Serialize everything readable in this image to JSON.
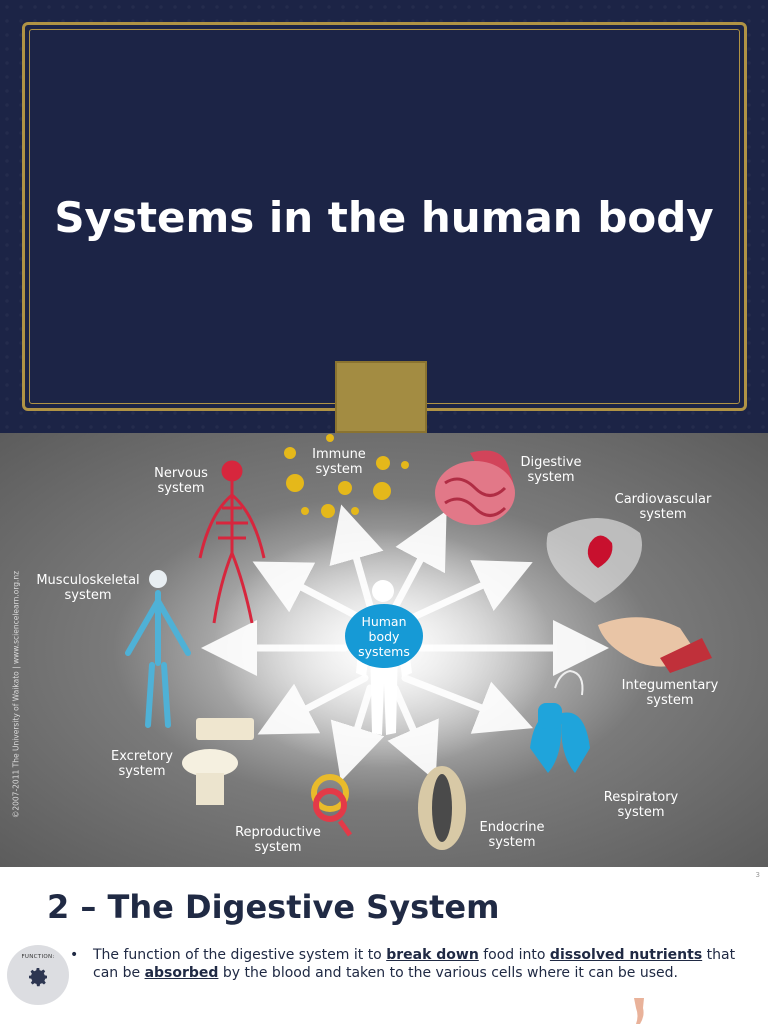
{
  "slide1": {
    "title": "Systems in the human body",
    "colors": {
      "background": "#1c2446",
      "frame": "#b09345",
      "accent_square": "#a38c42"
    }
  },
  "slide2": {
    "hub_label": "Human\nbody\nsystems",
    "copyright": "©2007-2011 The University of Waikato | www.sciencelearn.org.nz",
    "systems": [
      {
        "id": "nervous",
        "label": "Nervous\nsystem"
      },
      {
        "id": "immune",
        "label": "Immune\nsystem"
      },
      {
        "id": "digestive",
        "label": "Digestive\nsystem"
      },
      {
        "id": "cardiovascular",
        "label": "Cardiovascular\nsystem"
      },
      {
        "id": "musculoskeletal",
        "label": "Musculoskeletal\nsystem"
      },
      {
        "id": "integumentary",
        "label": "Integumentary\nsystem"
      },
      {
        "id": "excretory",
        "label": "Excretory\nsystem"
      },
      {
        "id": "respiratory",
        "label": "Respiratory\nsystem"
      },
      {
        "id": "reproductive",
        "label": "Reproductive\nsystem"
      },
      {
        "id": "endocrine",
        "label": "Endocrine\nsystem"
      }
    ],
    "colors": {
      "hub": "#169ad6",
      "arrows": "#ffffff"
    }
  },
  "slide3": {
    "page_number": "3",
    "heading": "2 – The Digestive System",
    "function_badge": "FUNCTION:",
    "icon": "gear-icon",
    "bullet": {
      "t1": "The function of the digestive system it to ",
      "k1": "break down",
      "t2": " food into ",
      "k2": "dissolved nutrients",
      "t3": " that can be ",
      "k3": "absorbed",
      "t4": " by the blood and taken to the various cells where it can be used."
    }
  }
}
